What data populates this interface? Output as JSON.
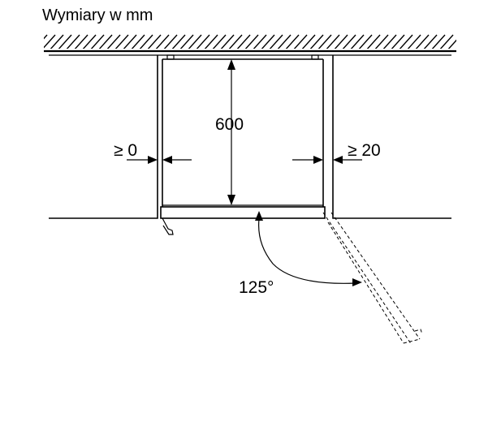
{
  "title": "Wymiary w mm",
  "dimensions": {
    "depth": "600",
    "left_gap": "≥ 0",
    "right_gap": "≥ 20",
    "door_angle": "125°"
  }
}
